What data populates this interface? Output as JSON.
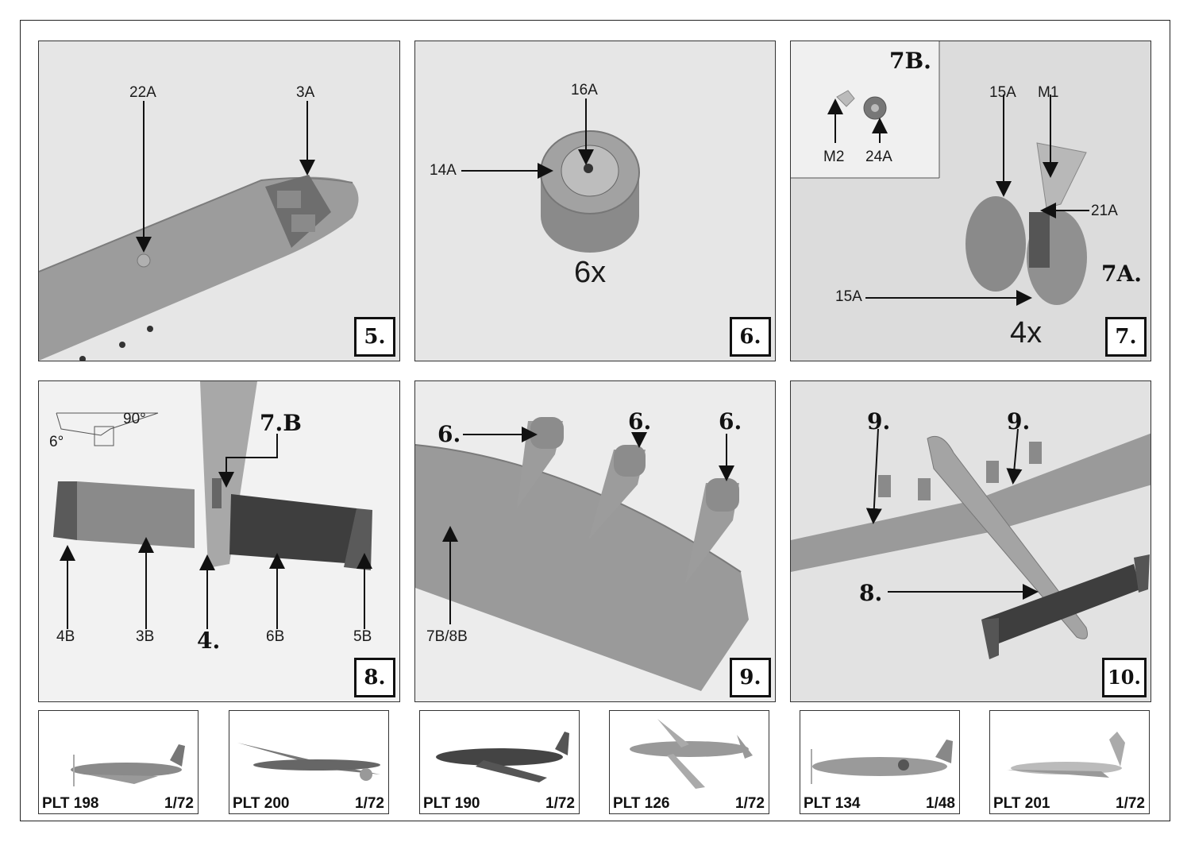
{
  "steps": [
    {
      "number": "5.",
      "callouts": [
        "22A",
        "3A"
      ]
    },
    {
      "number": "6.",
      "callouts": [
        "16A",
        "14A"
      ],
      "quantity": "6x"
    },
    {
      "number": "7.",
      "callouts": [
        "15A",
        "M1",
        "21A",
        "15A"
      ],
      "quantity": "4x",
      "sub_a": "7A.",
      "sub_b": "7B.",
      "sub_b_callouts": [
        "M2",
        "24A"
      ]
    },
    {
      "number": "8.",
      "callouts": [
        "4B",
        "3B",
        "6B",
        "5B"
      ],
      "ref_step": "4.",
      "ref_sub": "7.B",
      "angles": [
        "90°",
        "6°"
      ]
    },
    {
      "number": "9.",
      "callouts": [
        "7B/8B"
      ],
      "refs": [
        "6.",
        "6.",
        "6."
      ]
    },
    {
      "number": "10.",
      "refs": [
        "9.",
        "9.",
        "8."
      ]
    }
  ],
  "kits": [
    {
      "code": "PLT 198",
      "scale": "1/72"
    },
    {
      "code": "PLT 200",
      "scale": "1/72"
    },
    {
      "code": "PLT 190",
      "scale": "1/72"
    },
    {
      "code": "PLT 126",
      "scale": "1/72"
    },
    {
      "code": "PLT 134",
      "scale": "1/48"
    },
    {
      "code": "PLT 201",
      "scale": "1/72"
    }
  ],
  "colors": {
    "panel_bg": "#e3e3e3",
    "model_grey": "#9a9a9a",
    "model_dark": "#4a4a4a",
    "frame": "#222222"
  }
}
